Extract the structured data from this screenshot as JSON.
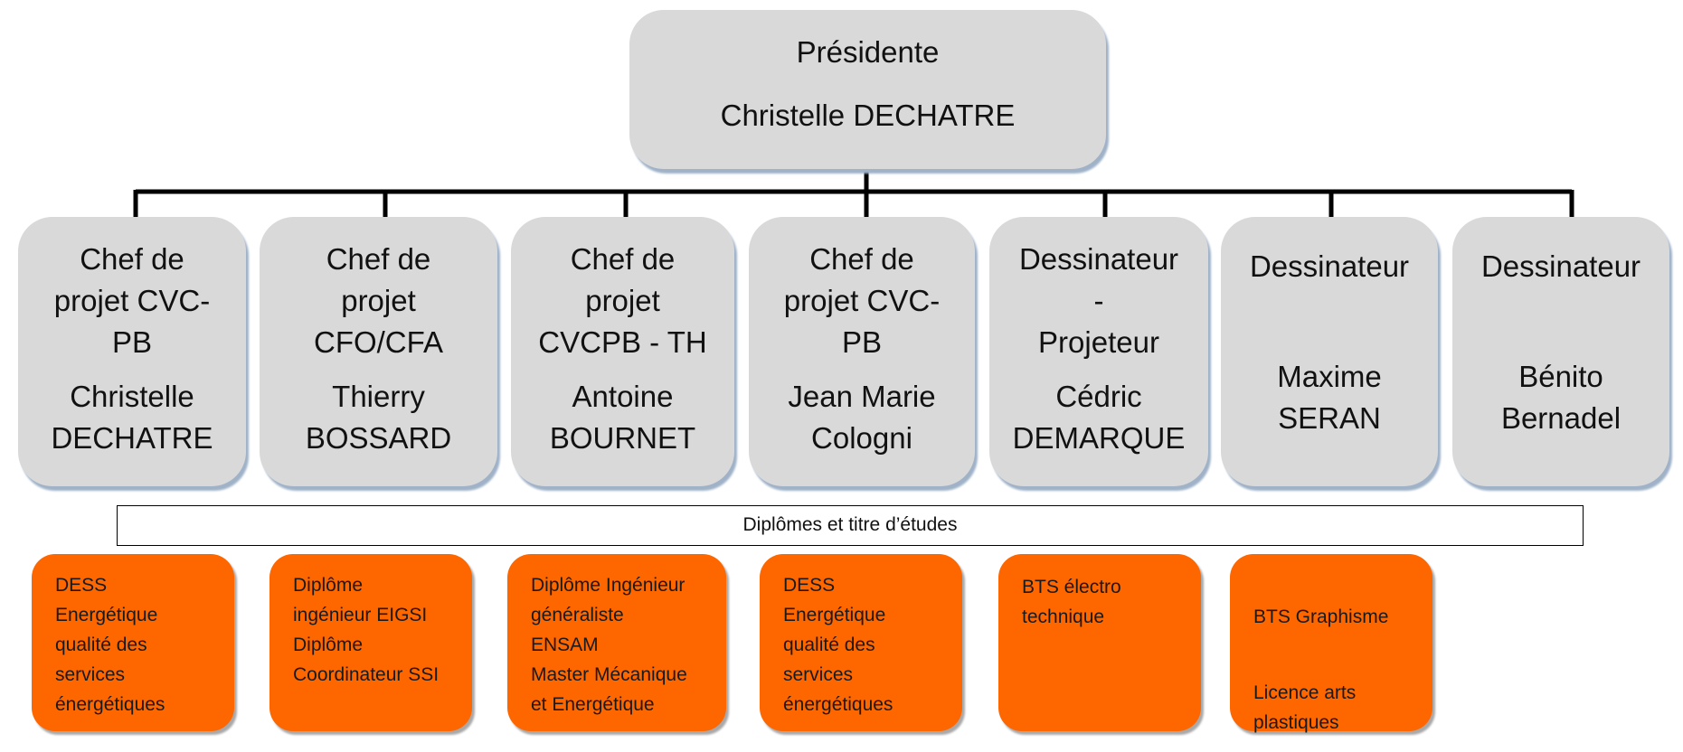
{
  "president": {
    "title": "Présidente",
    "name": "Christelle DECHATRE"
  },
  "staff": [
    {
      "title": "Chef de\nprojet CVC-\nPB",
      "name": "Christelle\nDECHATRE"
    },
    {
      "title": "Chef de\nprojet\nCFO/CFA",
      "name": "Thierry\nBOSSARD"
    },
    {
      "title": "Chef de\nprojet\nCVCPB - TH",
      "name": "Antoine\nBOURNET"
    },
    {
      "title": "Chef de\nprojet CVC-\nPB",
      "name": "Jean Marie\nCologni"
    },
    {
      "title": "Dessinateur\n-\nProjeteur",
      "name": "Cédric\nDEMARQUE"
    },
    {
      "title": "Dessinateur",
      "name": "Maxime\nSERAN"
    },
    {
      "title": "Dessinateur",
      "name": "Bénito\nBernadel"
    }
  ],
  "banner": "Diplômes et titre d’études",
  "degrees": [
    {
      "text": "DESS\nEnergétique\nqualité des\nservices\nénergétiques"
    },
    {
      "text": "Diplôme\ningénieur EIGSI\nDiplôme\nCoordinateur SSI"
    },
    {
      "text": "Diplôme Ingénieur\ngénéraliste\nENSAM\nMaster Mécanique\net Energétique"
    },
    {
      "text": "DESS\nEnergétique\nqualité des\nservices\nénergétiques"
    },
    {
      "text": "BTS électro\ntechnique"
    },
    {
      "text": "BTS Graphisme",
      "text2": "Licence arts\nplastiques"
    }
  ],
  "colors": {
    "box_fill": "#d9d9da",
    "degree_fill": "#fe6600",
    "connector": "#000000"
  }
}
